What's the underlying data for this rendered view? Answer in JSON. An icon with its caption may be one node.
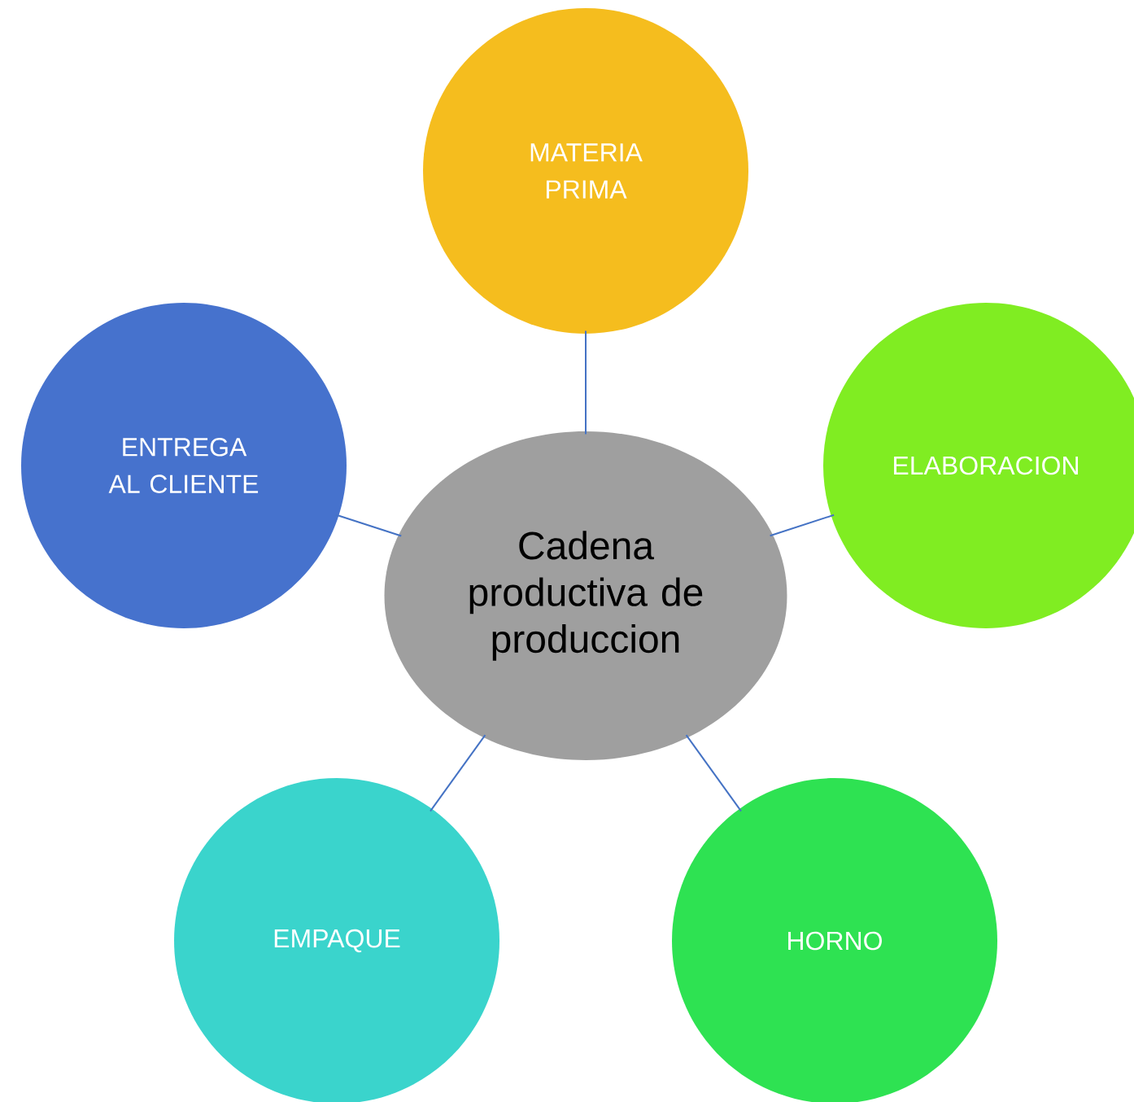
{
  "diagram": {
    "nodes": [
      {
        "text": [
          "Cadena productiva de produccion"
        ]
      },
      {
        "text": [
          "MATERIA PRIMA"
        ]
      },
      {
        "text": [
          "ELABORACION"
        ]
      },
      {
        "text": [
          "HORNO"
        ]
      },
      {
        "text": [
          "EMPAQUE"
        ]
      },
      {
        "text": [
          "ENTREGA AL CLIENTE"
        ]
      }
    ],
    "edges": [
      {
        "from": 0,
        "to": 1,
        "arrow": "none"
      },
      {
        "from": 0,
        "to": 2,
        "arrow": "none"
      },
      {
        "from": 0,
        "to": 3,
        "arrow": "none"
      },
      {
        "from": 0,
        "to": 4,
        "arrow": "none"
      },
      {
        "from": 0,
        "to": 5,
        "arrow": "none"
      }
    ]
  }
}
